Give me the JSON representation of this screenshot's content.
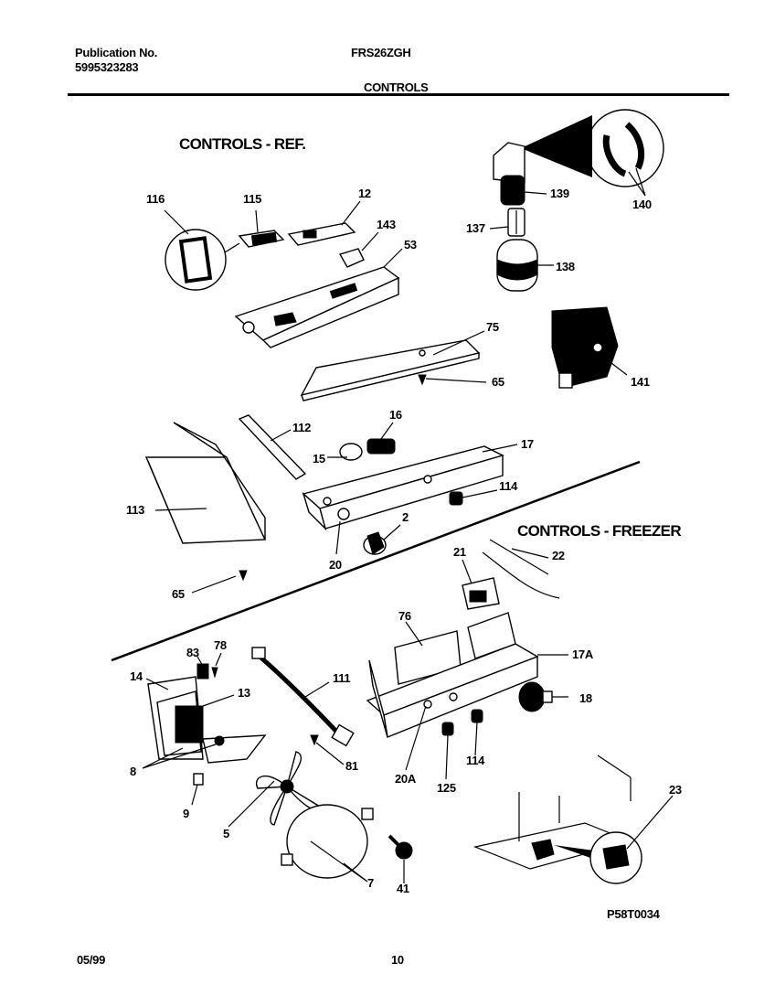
{
  "header": {
    "publication_label": "Publication No.",
    "publication_number": "5995323283",
    "model": "FRS26ZGH",
    "section": "CONTROLS"
  },
  "sections": {
    "ref": "CONTROLS - REF.",
    "freezer": "CONTROLS - FREEZER"
  },
  "callouts": [
    "116",
    "115",
    "12",
    "143",
    "53",
    "139",
    "137",
    "138",
    "140",
    "75",
    "65",
    "141",
    "112",
    "16",
    "17",
    "15",
    "113",
    "114",
    "2",
    "20",
    "65",
    "22",
    "21",
    "76",
    "17A",
    "83",
    "78",
    "14",
    "13",
    "111",
    "18",
    "8",
    "81",
    "20A",
    "114",
    "125",
    "9",
    "5",
    "23",
    "7",
    "41"
  ],
  "footer": {
    "diagram_id": "P58T0034",
    "date": "05/99",
    "page": "10"
  }
}
